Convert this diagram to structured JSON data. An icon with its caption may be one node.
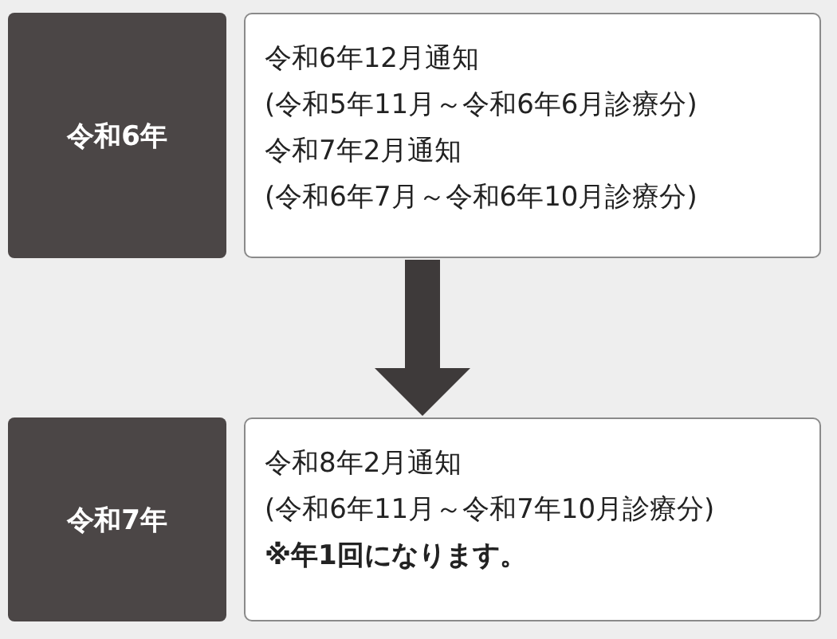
{
  "diagram": {
    "nodes": [
      {
        "text": [
          "令和6年"
        ]
      },
      {
        "text": [
          "令和6年12月通知",
          "(令和5年11月～令和6年6月診療分)",
          "令和7年2月通知",
          "(令和6年7月～令和6年10月診療分)"
        ]
      },
      {
        "text": [
          "令和7年"
        ]
      },
      {
        "text": [
          "令和8年2月通知",
          "(令和6年11月～令和7年10月診療分)",
          "※年1回になります。"
        ]
      }
    ],
    "edges": [
      {
        "from": 1,
        "to": 3,
        "arrow": "to"
      }
    ]
  }
}
